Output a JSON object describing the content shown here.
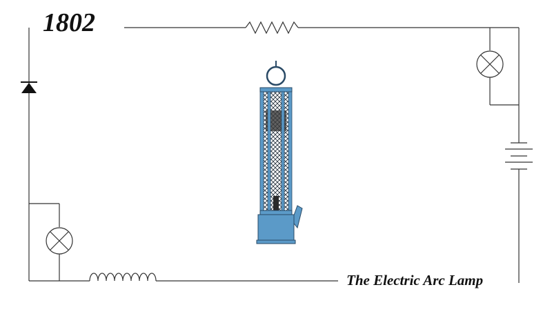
{
  "diagram": {
    "year": "1802",
    "caption": "The Electric Arc Lamp"
  },
  "colors": {
    "wire": "#333333",
    "lamp_body": "#5b9ac8",
    "lamp_outline": "#2a4a66",
    "mesh": "#1e2a36",
    "wick_block": "#3a3a3a"
  },
  "components": [
    "diode",
    "resistor",
    "lamp-bulb",
    "lamp-bulb",
    "battery",
    "inductor-coil",
    "arc-lamp"
  ]
}
